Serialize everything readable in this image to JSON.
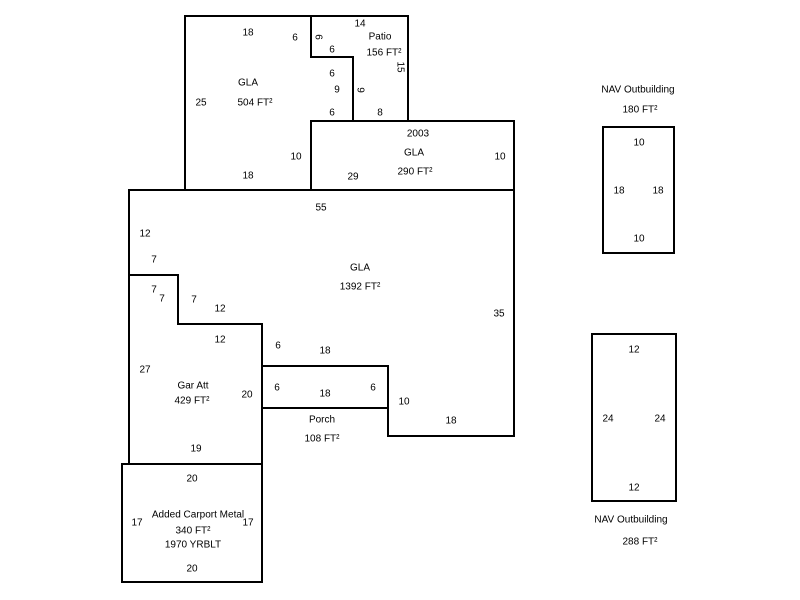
{
  "areas": {
    "gla_upper": {
      "name": "GLA",
      "area": "504 FT²",
      "dims": [
        "18",
        "6",
        "25",
        "10",
        "18",
        "6",
        "9",
        "6"
      ]
    },
    "patio": {
      "name": "Patio",
      "area": "156 FT²",
      "dims": [
        "14",
        "6",
        "6",
        "15",
        "9",
        "8"
      ]
    },
    "gla_2003": {
      "year": "2003",
      "name": "GLA",
      "area": "290 FT²",
      "dims": [
        "10",
        "29"
      ]
    },
    "gla_main": {
      "name": "GLA",
      "area": "1392 FT²",
      "dims": [
        "55",
        "12",
        "7",
        "7",
        "12",
        "6",
        "18",
        "35",
        "10",
        "18"
      ]
    },
    "garage": {
      "name": "Gar Att",
      "area": "429 FT²",
      "dims": [
        "7",
        "7",
        "12",
        "27",
        "20",
        "19"
      ]
    },
    "porch": {
      "name": "Porch",
      "area": "108 FT²",
      "dims": [
        "6",
        "18",
        "6"
      ]
    },
    "carport": {
      "name": "Added Carport Metal",
      "area": "340 FT²",
      "year": "1970 YRBLT",
      "dims": [
        "20",
        "17",
        "17",
        "20"
      ]
    },
    "outbuilding_1": {
      "name": "NAV Outbuilding",
      "area": "180 FT²",
      "dims": [
        "10",
        "18",
        "18",
        "10"
      ]
    },
    "outbuilding_2": {
      "name": "NAV Outbuilding",
      "area": "288 FT²",
      "dims": [
        "12",
        "24",
        "24",
        "12"
      ]
    }
  }
}
